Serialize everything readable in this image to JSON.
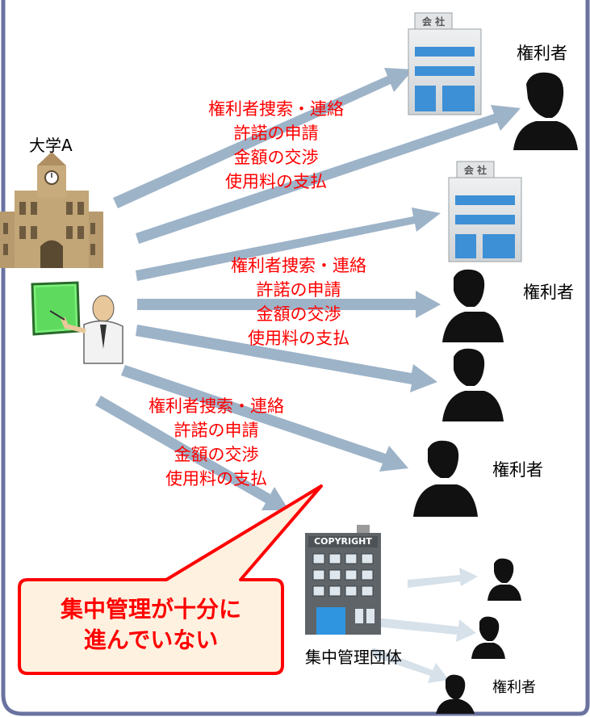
{
  "university_label": "大学A",
  "rights_holder_label": "権利者",
  "central_org_label": "集中管理団体",
  "company_sign": "会 社",
  "copyright_sign": "COPYRIGHT",
  "callout": {
    "line1": "集中管理が十分に",
    "line2": "進んでいない"
  },
  "procedure_lines": [
    "権利者捜索・連絡",
    "許諾の申請",
    "金額の交渉",
    "使用料の支払"
  ],
  "colors": {
    "frame": "#6a72a0",
    "arrow": "#9db3c8",
    "arrow_faint": "#d6e1ea",
    "red": "#ff0000",
    "callout_fill": "#fff1e0"
  }
}
